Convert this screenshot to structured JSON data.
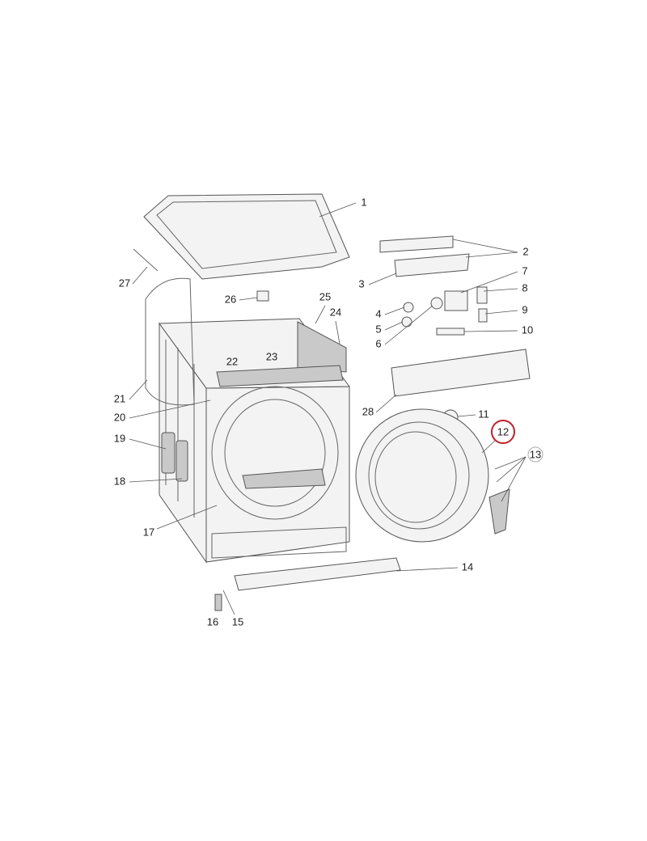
{
  "diagram": {
    "type": "exploded parts diagram",
    "highlight_color": "#c0202a",
    "labels": [
      "1",
      "2",
      "3",
      "4",
      "5",
      "6",
      "7",
      "8",
      "9",
      "10",
      "11",
      "12",
      "13",
      "14",
      "15",
      "16",
      "17",
      "18",
      "19",
      "20",
      "21",
      "22",
      "23",
      "24",
      "25",
      "26",
      "27",
      "28"
    ],
    "highlighted_label": "12"
  }
}
